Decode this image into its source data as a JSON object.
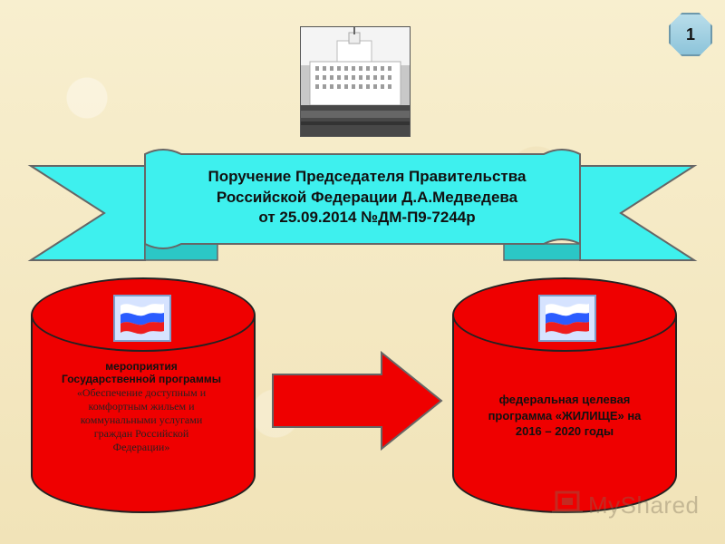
{
  "header": {
    "slide_number": "1"
  },
  "ribbon": {
    "lines": [
      "Поручение Председателя Правительства",
      "Российской Федерации Д.А.Медведева",
      "от 25.09.2014 №ДМ-П9-7244р"
    ]
  },
  "left_tank": {
    "title_lines": [
      "мероприятия",
      "Государственной программы"
    ],
    "body_lines": [
      "«Обеспечение доступным и",
      "комфортным жильем и",
      "коммунальными услугами",
      "граждан Российской",
      "Федерации»"
    ]
  },
  "right_tank": {
    "lines": [
      "федеральная целевая",
      "программа «ЖИЛИЩЕ» на",
      "2016 – 2020 годы"
    ]
  },
  "watermark": {
    "text": "MyShared"
  },
  "colors": {
    "background": "#f6ecc9",
    "ribbon": "#3ef0ee",
    "tank": "#ef0000",
    "arrow": "#ef0000"
  },
  "icons": {
    "building_photo": "government-building-photo",
    "flags": "russia-flag-icon",
    "arrow": "right-arrow-icon",
    "watermark": "myshared-watermark-icon"
  }
}
